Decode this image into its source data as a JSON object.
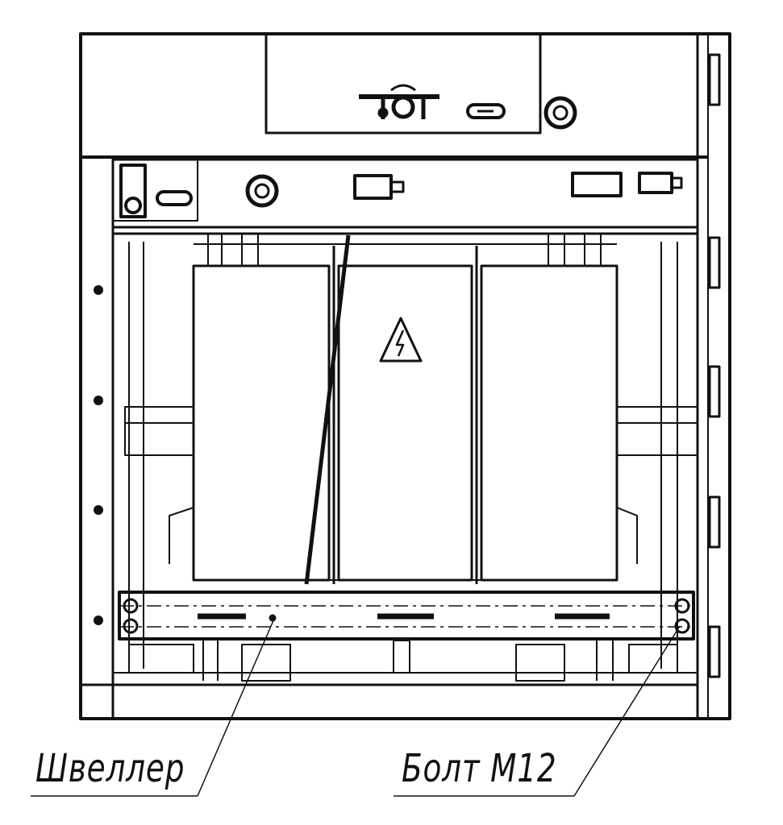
{
  "callouts": {
    "channel": "Швеллер",
    "bolt": "Болт М12"
  },
  "colors": {
    "line": "#111111",
    "background": "#ffffff"
  },
  "symbols": [
    "high-voltage-warning-icon",
    "disconnector-symbol",
    "switch-handle-icon"
  ]
}
